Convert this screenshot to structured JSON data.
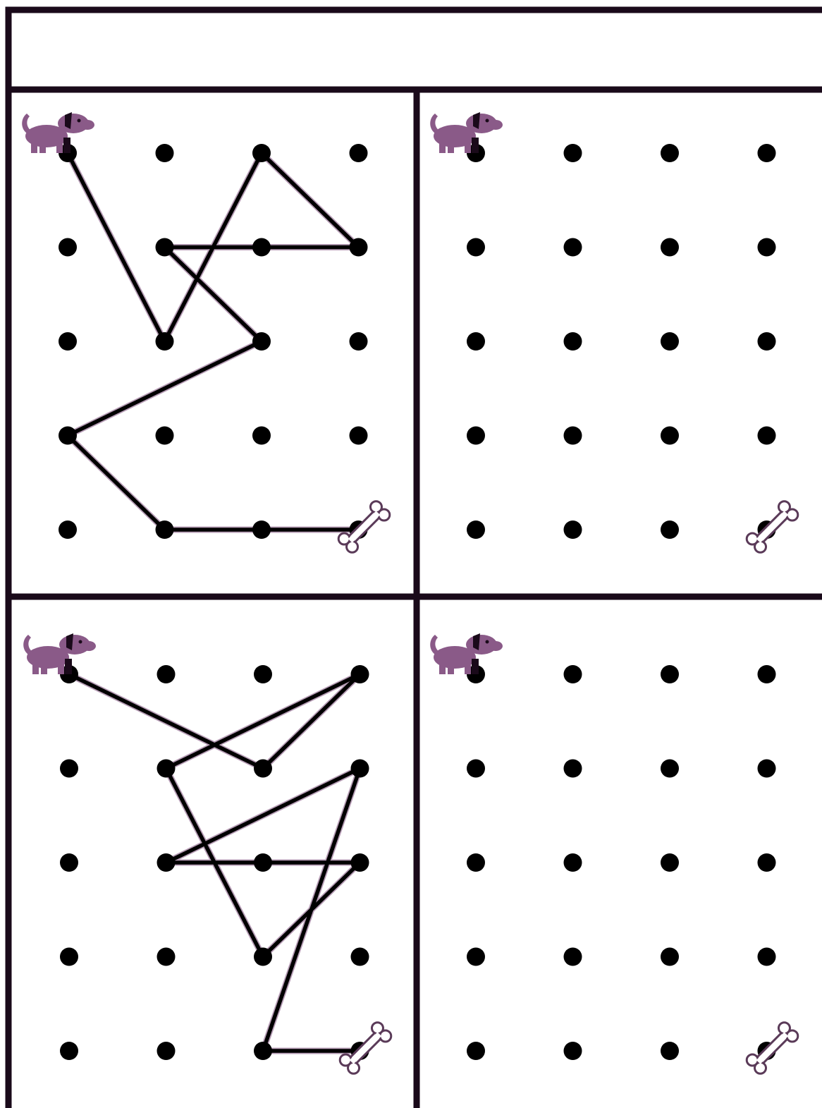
{
  "title": "",
  "grid": {
    "columns": 4,
    "rows": 5
  },
  "colors": {
    "line": "#000000",
    "frame": "#1a0a1a",
    "dog": "#8a5a88",
    "bone_outline": "#5a3a58"
  },
  "icons": {
    "start": "dog-icon",
    "goal": "bone-icon"
  },
  "puzzles": [
    {
      "id": "top-left",
      "start": [
        0,
        0
      ],
      "goal": [
        3,
        4
      ],
      "path": [
        [
          0,
          0
        ],
        [
          1,
          2
        ],
        [
          2,
          0
        ],
        [
          3,
          1
        ],
        [
          1,
          1
        ],
        [
          2,
          2
        ],
        [
          0,
          3
        ],
        [
          1,
          4
        ],
        [
          3,
          4
        ]
      ]
    },
    {
      "id": "top-right",
      "start": [
        0,
        0
      ],
      "goal": [
        3,
        4
      ],
      "path": []
    },
    {
      "id": "bottom-left",
      "start": [
        0,
        0
      ],
      "goal": [
        3,
        4
      ],
      "path": [
        [
          0,
          0
        ],
        [
          2,
          1
        ],
        [
          3,
          0
        ],
        [
          1,
          1
        ],
        [
          2,
          3
        ],
        [
          3,
          2
        ],
        [
          1,
          2
        ],
        [
          3,
          1
        ],
        [
          2,
          4
        ],
        [
          3,
          4
        ]
      ]
    },
    {
      "id": "bottom-right",
      "start": [
        0,
        0
      ],
      "goal": [
        3,
        4
      ],
      "path": []
    }
  ]
}
